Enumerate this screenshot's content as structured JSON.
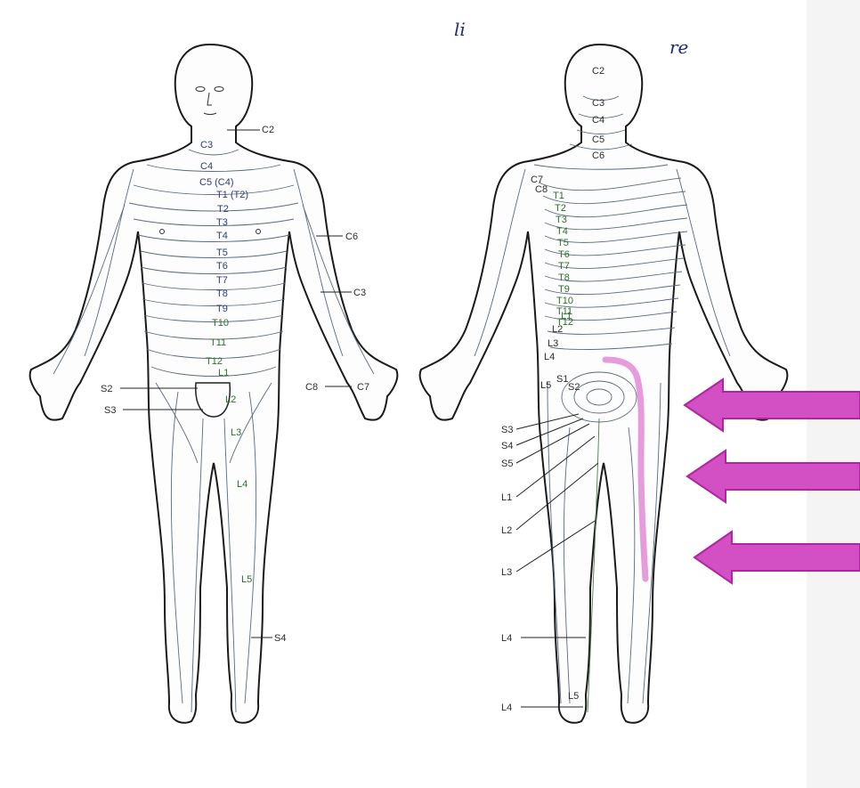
{
  "handwriting": {
    "left_mark": "li",
    "right_mark": "re"
  },
  "front_labels": {
    "c2": "C2",
    "c3": "C3",
    "c4": "C4",
    "c5c4": "C5 (C4)",
    "t1t2": "T1 (T2)",
    "t2": "T2",
    "t3": "T3",
    "t4": "T4",
    "t5": "T5",
    "t6": "T6",
    "t7": "T7",
    "t8": "T8",
    "t9": "T9",
    "t10": "T10",
    "t11": "T11",
    "t12": "T12",
    "l1": "L1",
    "l2": "L2",
    "l3": "L3",
    "l4": "L4",
    "l5": "L5",
    "s2": "S2",
    "s3": "S3",
    "s4": "S4",
    "c6": "C6",
    "c3arm": "C3",
    "c8": "C8",
    "c7": "C7"
  },
  "back_labels": {
    "c2": "C2",
    "c3": "C3",
    "c4": "C4",
    "c5": "C5",
    "c6": "C6",
    "c7": "C7",
    "c8": "C8",
    "t1": "T1",
    "t2": "T2",
    "t3": "T3",
    "t4": "T4",
    "t5": "T5",
    "t6": "T6",
    "t7": "T7",
    "t8": "T8",
    "t9": "T9",
    "t10": "T10",
    "t11": "T11",
    "t12": "T12",
    "l1_spine": "L1",
    "l2_spine": "L2",
    "l3_spine": "L3",
    "l4_spine": "L4",
    "l5_spine": "L5",
    "s1": "S1",
    "s2": "S2",
    "s3": "S3",
    "s4": "S4",
    "s5": "S5",
    "l1": "L1",
    "l2": "L2",
    "l3": "L3",
    "l4_leg": "L4",
    "l4_foot": "L4",
    "l5_foot": "L5"
  },
  "colors": {
    "arrow": "#d24fc4",
    "arrow_stroke": "#b0259f",
    "highlight": "#e089d6"
  },
  "annotation": {
    "arrow_count": 3,
    "highlight": "pain-radiation-path"
  }
}
